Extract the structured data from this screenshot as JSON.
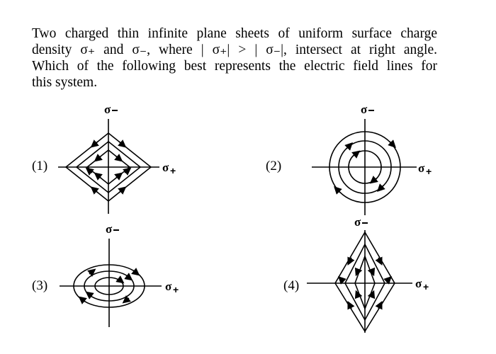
{
  "question": {
    "line1": "Two charged thin infinite plane sheets of uniform surface charge",
    "line2": "density σ₊ and σ₋, where | σ₊| > | σ₋|, intersect at right angle.",
    "line3": "Which of the following best represents the electric field lines for",
    "line4": "this system."
  },
  "options": [
    {
      "label": "(1)",
      "sigma_minus": "σ",
      "sigma_plus": "σ"
    },
    {
      "label": "(2)",
      "sigma_minus": "σ",
      "sigma_plus": "σ"
    },
    {
      "label": "(3)",
      "sigma_minus": "σ",
      "sigma_plus": "σ"
    },
    {
      "label": "(4)",
      "sigma_minus": "σ",
      "sigma_plus": "σ"
    }
  ]
}
